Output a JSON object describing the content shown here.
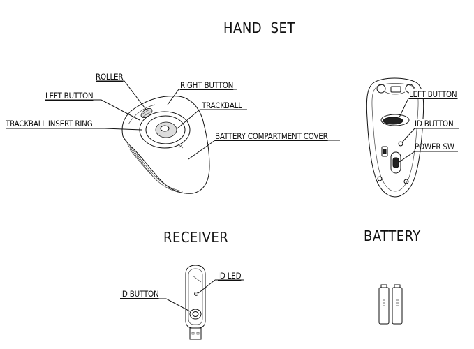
{
  "titles": {
    "hand_set": "HAND  SET",
    "receiver": "RECEIVER",
    "battery": "BATTERY"
  },
  "handset_labels": {
    "roller": "ROLLER",
    "left_button": "LEFT BUTTON",
    "right_button": "RIGHT BUTTON",
    "trackball": "TRACKBALL",
    "trackball_insert_ring": "TRACKBALL INSERT RING",
    "battery_compartment_cover": "BATTERY COMPARTMENT COVER"
  },
  "handset_back_labels": {
    "left_button": "LEFT BUTTON",
    "id_button": "ID BUTTON",
    "power_sw": "POWER SW"
  },
  "receiver_labels": {
    "id_led": "ID LED",
    "id_button": "ID BUTTON"
  }
}
